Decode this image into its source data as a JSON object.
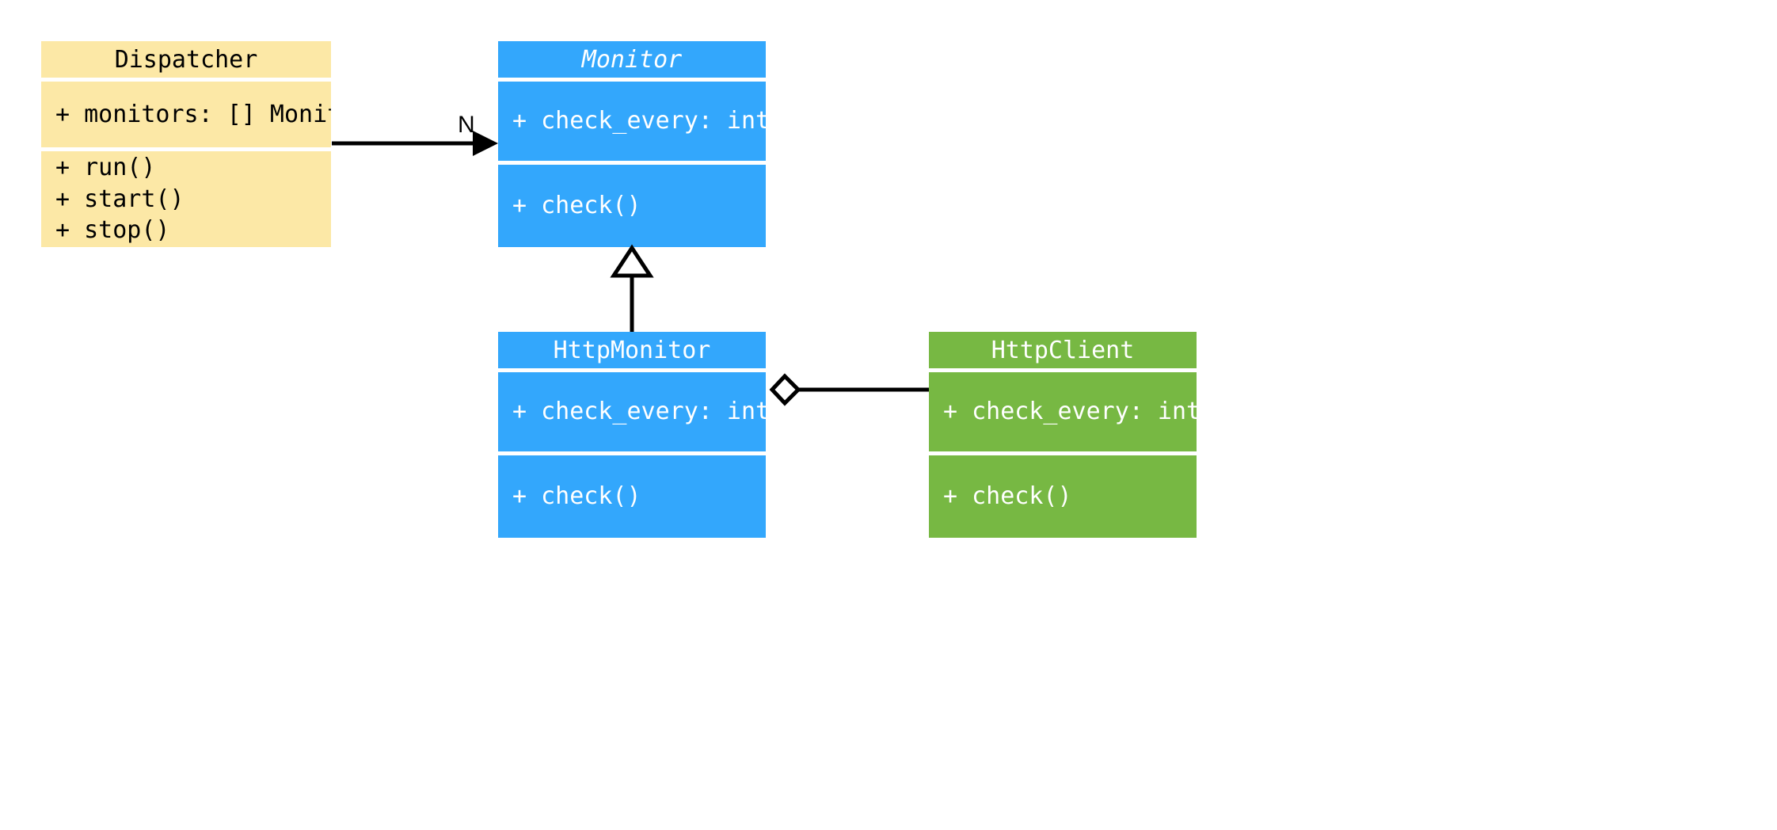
{
  "diagram": {
    "kind": "uml-class-diagram",
    "background": "#ffffff",
    "palette": {
      "yellow": "#fce8a6",
      "blue": "#33a7fc",
      "green": "#77b843",
      "line": "#000000",
      "separator": "#ffffff",
      "text_dark": "#000000",
      "text_light": "#ffffff"
    }
  },
  "classes": [
    {
      "id": "dispatcher",
      "name": "Dispatcher",
      "abstract": false,
      "color": "#fce8a6",
      "attributes": [
        "+ monitors: [] Monitor"
      ],
      "methods": [
        "+ run()",
        "+ start()",
        "+ stop()"
      ]
    },
    {
      "id": "monitor",
      "name": "Monitor",
      "abstract": true,
      "color": "#33a7fc",
      "attributes": [
        "+ check_every: int"
      ],
      "methods": [
        "+ check()"
      ]
    },
    {
      "id": "http_monitor",
      "name": "HttpMonitor",
      "abstract": false,
      "color": "#33a7fc",
      "attributes": [
        "+ check_every: int"
      ],
      "methods": [
        "+ check()"
      ]
    },
    {
      "id": "http_client",
      "name": "HttpClient",
      "abstract": false,
      "color": "#77b843",
      "attributes": [
        "+ check_every: int"
      ],
      "methods": [
        "+ check()"
      ]
    }
  ],
  "relationships": [
    {
      "id": "dispatcher-monitor",
      "type": "association",
      "from": "Dispatcher",
      "to": "Monitor",
      "label": "N",
      "arrow": "solid-filled-arrowhead"
    },
    {
      "id": "httpmonitor-monitor",
      "type": "generalization",
      "from": "HttpMonitor",
      "to": "Monitor",
      "label": "",
      "arrow": "hollow-triangle"
    },
    {
      "id": "httpmonitor-httpclient",
      "type": "aggregation",
      "from": "HttpMonitor",
      "to": "HttpClient",
      "label": "",
      "arrow": "hollow-diamond"
    }
  ]
}
